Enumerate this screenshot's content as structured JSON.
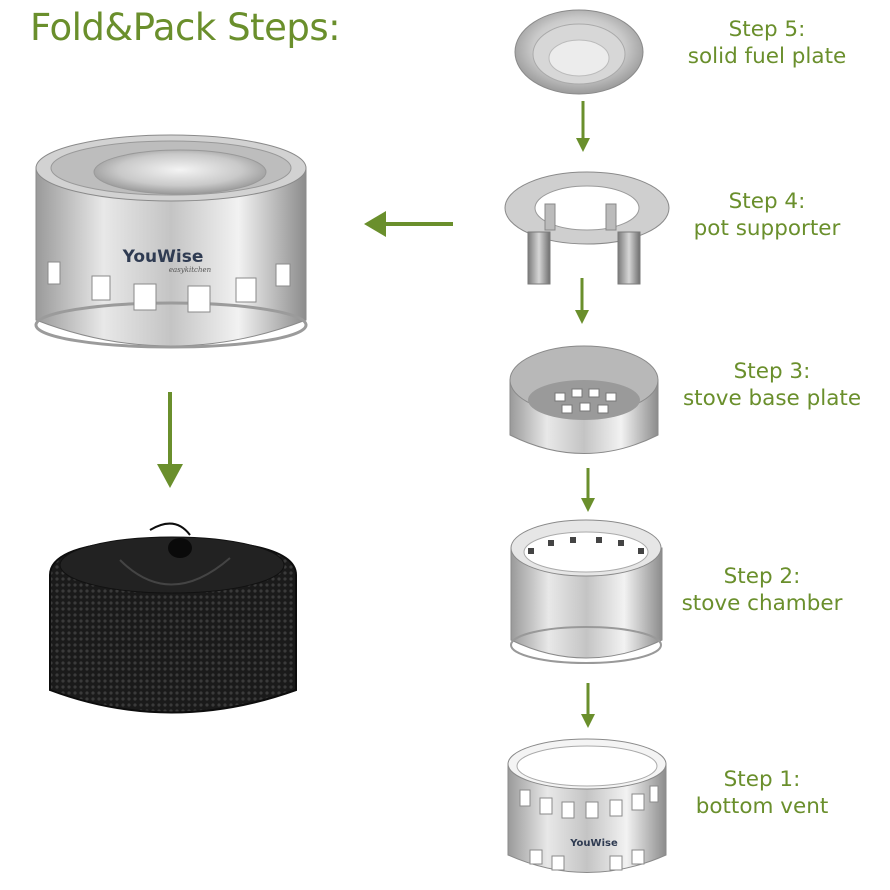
{
  "title": "Fold&Pack Steps:",
  "brand": "YouWise",
  "brand_sub": "easykitchen",
  "accent_color": "#6a8f2c",
  "steps": [
    {
      "label": "Step 5:",
      "desc": "solid fuel plate"
    },
    {
      "label": "Step 4:",
      "desc": "pot supporter"
    },
    {
      "label": "Step 3:",
      "desc": "stove base plate"
    },
    {
      "label": "Step 2:",
      "desc": "stove chamber"
    },
    {
      "label": "Step 1:",
      "desc": "bottom vent"
    }
  ]
}
